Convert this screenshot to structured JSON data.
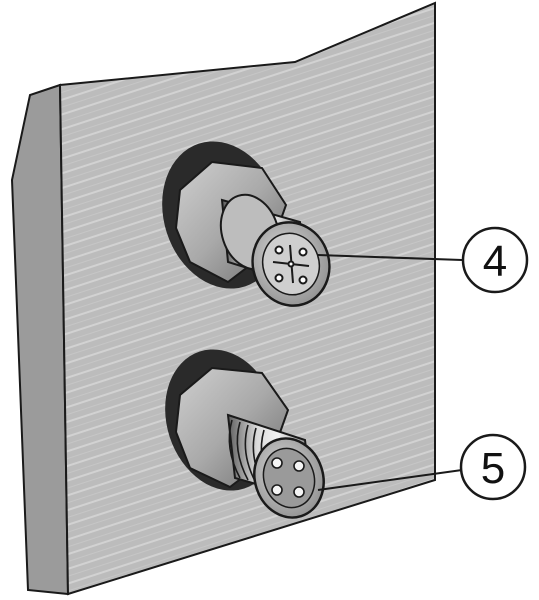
{
  "callouts": [
    {
      "number": "4",
      "target": "female-connector"
    },
    {
      "number": "5",
      "target": "male-connector"
    }
  ],
  "colors": {
    "panel_face": "#b9b9b9",
    "panel_side": "#9d9d9d",
    "outline": "#1a1a1a",
    "metal_light": "#e2e2e2",
    "metal_mid": "#b0b0b0",
    "metal_dark": "#6a6a6a",
    "callout_fill": "#ffffff"
  }
}
